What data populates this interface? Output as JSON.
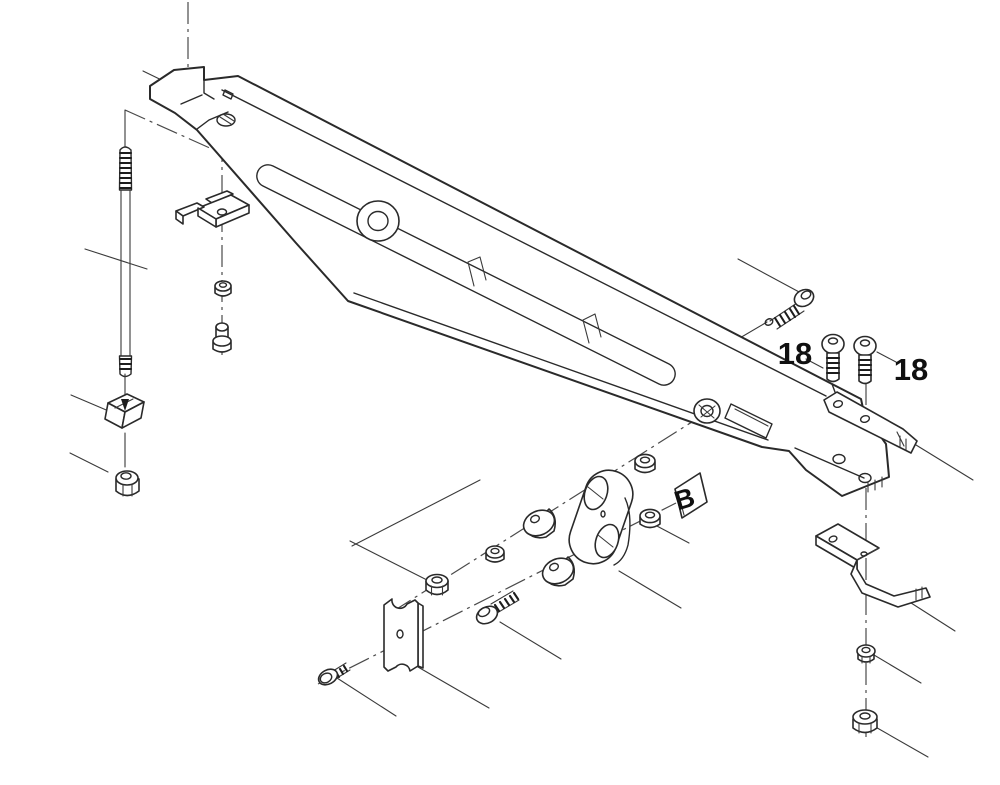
{
  "diagram": {
    "type": "exploded-parts-diagram",
    "background_color": "#ffffff",
    "line_color": "#2a2a2a",
    "label_color": "#101010",
    "callouts": {
      "left_screw_label": "18",
      "right_screw_label": "18",
      "detail_marker": "B"
    },
    "parts": [
      "main-arm",
      "clevis-end",
      "pivot-boss",
      "end-tongue",
      "threaded-rod",
      "rod-clamp-wedge",
      "rod-clamp-nut",
      "clip-bracket",
      "clip-flange-nut",
      "shoulder-bolt",
      "small-hex-bolt",
      "shaped-mounting-plate",
      "hex-nut",
      "carriage-bolt",
      "flange-nut",
      "spacer-bushing-upper",
      "spacer-bushing-lower",
      "oval-link-plate",
      "flange-nut-upper",
      "flange-nut-right",
      "detail-marker-tile",
      "hex-flange-bolt",
      "button-screw-left",
      "button-screw-right",
      "strap-bracket",
      "z-bracket",
      "flange-locknut",
      "hex-flange-nut"
    ]
  }
}
